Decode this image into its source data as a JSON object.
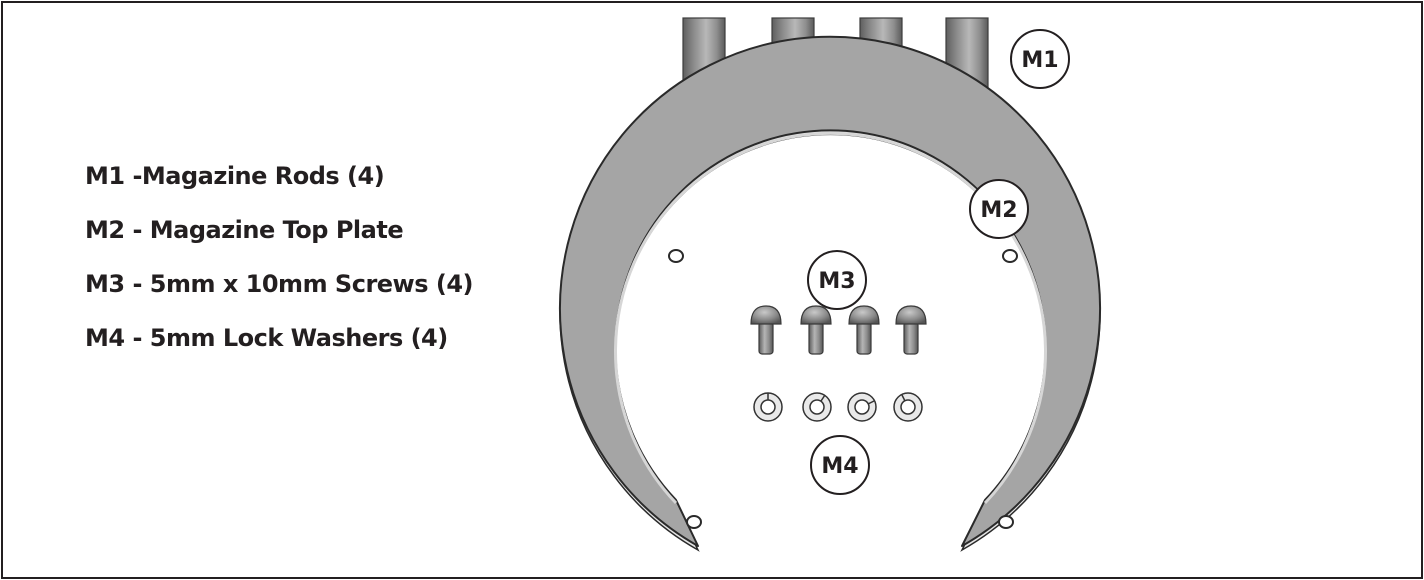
{
  "parts": [
    {
      "code": "M1",
      "label": "M1 -Magazine Rods (4)"
    },
    {
      "code": "M2",
      "label": "M2 - Magazine Top Plate"
    },
    {
      "code": "M3",
      "label": "M3 - 5mm x 10mm Screws (4)"
    },
    {
      "code": "M4",
      "label": "M4 - 5mm Lock Washers (4)"
    }
  ],
  "callouts": {
    "m1": "M1",
    "m2": "M2",
    "m3": "M3",
    "m4": "M4"
  },
  "colors": {
    "ink": "#231f20",
    "plate_fill": "#a3a3a3",
    "plate_edge": "#e2e2e2",
    "part_dark": "#6e6e6e",
    "part_light": "#c8c8c8"
  }
}
